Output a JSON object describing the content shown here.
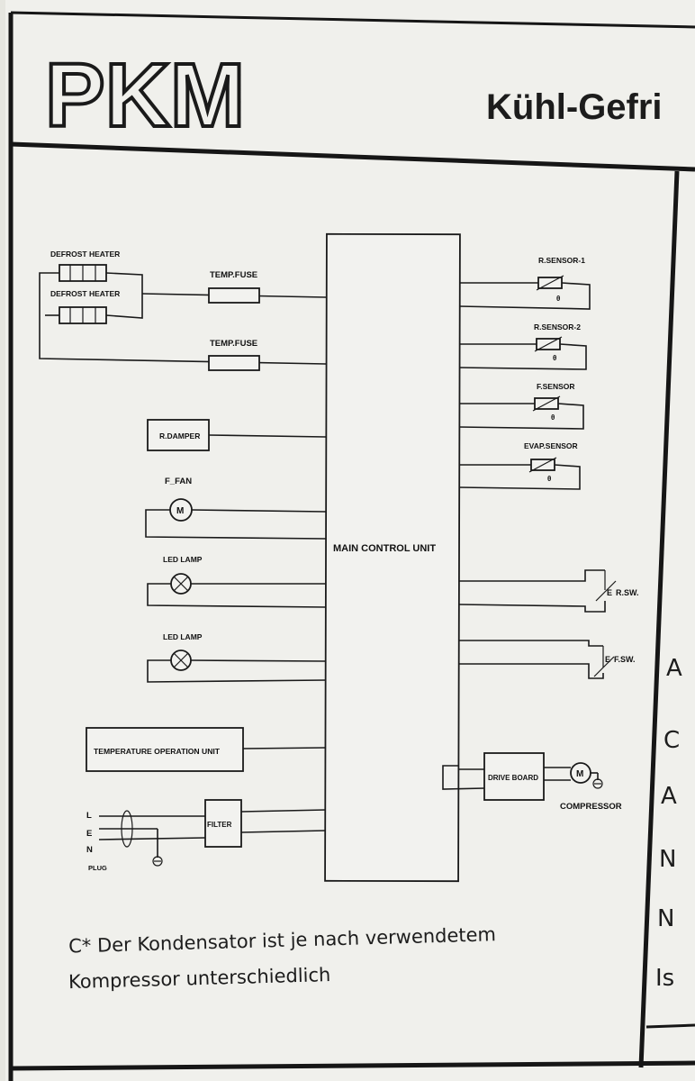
{
  "header": {
    "logo_text": "PKM",
    "title": "Kühl-Gefri"
  },
  "diagram": {
    "main_unit": "MAIN CONTROL UNIT",
    "left_components": {
      "heater_1": "DEFROST HEATER",
      "heater_2": "DEFROST HEATER",
      "temp_fuse_1": "TEMP.FUSE",
      "temp_fuse_2": "TEMP.FUSE",
      "damper": "R.DAMPER",
      "fan": "F_FAN",
      "fan_symbol": "M",
      "led_lamp_1": "LED LAMP",
      "led_lamp_2": "LED LAMP",
      "temp_op_unit": "TEMPERATURE OPERATION UNIT",
      "filter": "FILTER",
      "plug": "PLUG",
      "line_l": "L",
      "line_e": "E",
      "line_n": "N"
    },
    "right_components": {
      "sensor_1": "R.SENSOR-1",
      "sensor_2": "R.SENSOR-2",
      "sensor_3": "F.SENSOR",
      "sensor_4": "EVAP.SENSOR",
      "sensor_symbol": "θ",
      "switch_1": "R.SW.",
      "switch_2": "F.SW.",
      "switch_prefix": "E",
      "drive_board": "DRIVE BOARD",
      "compressor": "COMPRESSOR",
      "compressor_symbol": "M"
    }
  },
  "note": {
    "line1": "C* Der Kondensator ist je nach verwendetem",
    "line2": "Kompressor unterschiedlich"
  },
  "right_column": {
    "letters": [
      "A",
      "C",
      "A",
      "N",
      "N",
      "Is"
    ]
  },
  "colors": {
    "panel": "#f2f2ef",
    "frame": "#161616",
    "ink": "#1a1a1a"
  }
}
